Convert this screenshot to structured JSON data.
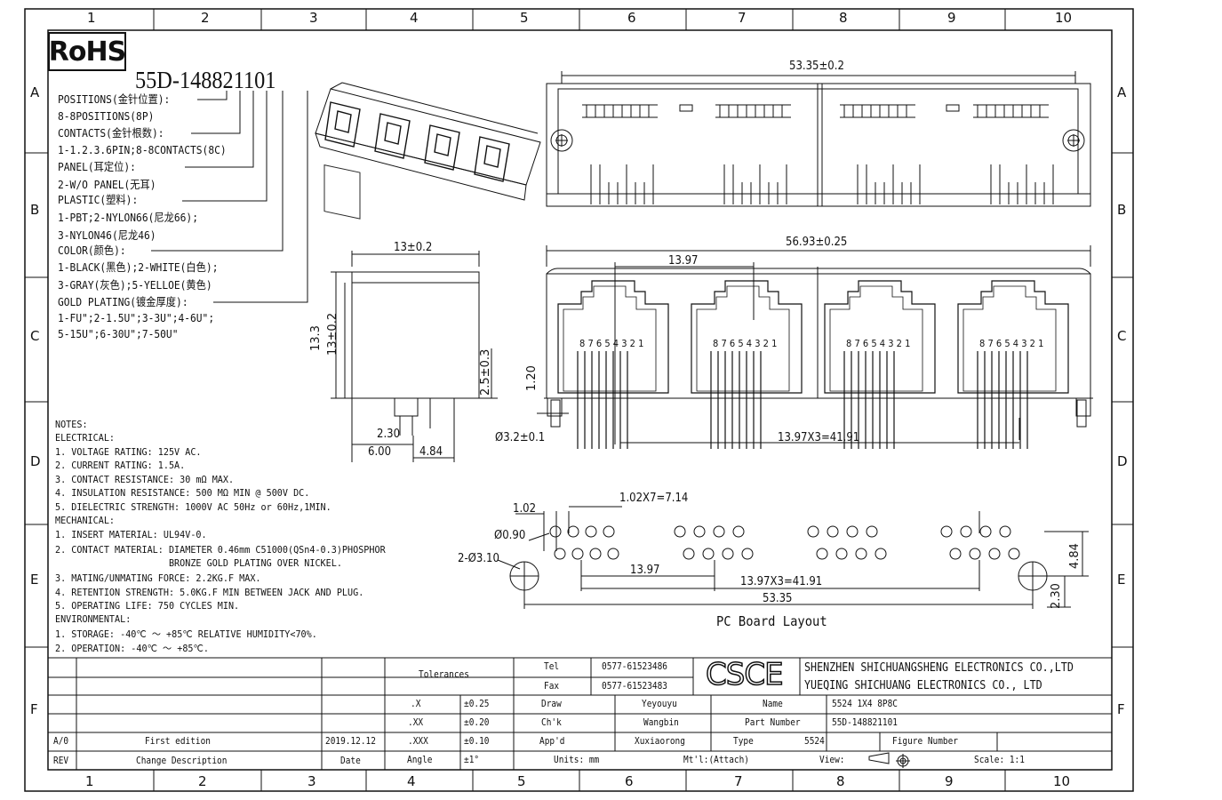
{
  "columns": [
    "1",
    "2",
    "3",
    "4",
    "5",
    "6",
    "7",
    "8",
    "9",
    "10"
  ],
  "rows": [
    "A",
    "B",
    "C",
    "D",
    "E",
    "F"
  ],
  "rohs": "RoHS",
  "part_code": "55D-148821101",
  "legend": [
    "POSITIONS(金针位置):",
    "8-8POSITIONS(8P)",
    "CONTACTS(金针根数):",
    "1-1.2.3.6PIN;8-8CONTACTS(8C)",
    "PANEL(耳定位):",
    "2-W/O PANEL(无耳)",
    "PLASTIC(塑料):",
    "1-PBT;2-NYLON66(尼龙66);",
    "3-NYLON46(尼龙46)",
    "COLOR(颜色):",
    "1-BLACK(黑色);2-WHITE(白色);",
    "3-GRAY(灰色);5-YELLOE(黄色)",
    "GOLD PLATING(镀金厚度):",
    "1-FU\";2-1.5U\";3-3U\";4-6U\";",
    "5-15U\";6-30U\";7-50U\""
  ],
  "notes": [
    "NOTES:",
    "ELECTRICAL:",
    "1. VOLTAGE RATING: 125V AC.",
    "2. CURRENT RATING: 1.5A.",
    "3. CONTACT RESISTANCE: 30 mΩ MAX.",
    "4. INSULATION RESISTANCE: 500 MΩ MIN @ 500V DC.",
    "5. DIELECTRIC STRENGTH: 1000V AC 50Hz or 60Hz,1MIN.",
    "MECHANICAL:",
    "1. INSERT MATERIAL: UL94V-0.",
    "2. CONTACT MATERIAL: DIAMETER 0.46mm C51000(QSn4-0.3)PHOSPHOR",
    "                     BRONZE GOLD PLATING OVER NICKEL.",
    "3. MATING/UNMATING FORCE: 2.2KG.F MAX.",
    "4. RETENTION STRENGTH: 5.0KG.F MIN BETWEEN JACK AND PLUG.",
    "5. OPERATING LIFE: 750 CYCLES MIN.",
    "ENVIRONMENTAL:",
    "1. STORAGE: -40℃ ～ +85℃ RELATIVE HUMIDITY<70%.",
    "2. OPERATION: -40℃ ～ +85℃."
  ],
  "dims": {
    "top_width": "53.35±0.2",
    "front_width": "56.93±0.25",
    "pitch": "13.97",
    "span": "13.97X3=41.91",
    "hole_d": "Ø3.2±0.1",
    "h120": "1.20",
    "side_w": "13±0.2",
    "side_h1": "13.3",
    "side_h2": "13±0.2",
    "side_25": "2.5±0.3",
    "side_230": "2.30",
    "side_600": "6.00",
    "side_484": "4.84",
    "pcb_102": "1.02",
    "pcb_102x7": "1.02X7=7.14",
    "pcb_090": "Ø0.90",
    "pcb_310": "2-Ø3.10",
    "pcb_1397": "13.97",
    "pcb_span": "13.97X3=41.91",
    "pcb_5335": "53.35",
    "pcb_484": "4.84",
    "pcb_230": "2.30",
    "pins": "8 7 6 5 4 3 2 1"
  },
  "pcb_title": "PC Board Layout",
  "title_block": {
    "tolerances": "Tolerances",
    "tol_rows": [
      {
        "k": ".X",
        "v": "±0.25"
      },
      {
        "k": ".XX",
        "v": "±0.20"
      },
      {
        "k": ".XXX",
        "v": "±0.10"
      },
      {
        "k": "Angle",
        "v": "±1°"
      }
    ],
    "tel_label": "Tel",
    "tel": "0577-61523486",
    "fax_label": "Fax",
    "fax": "0577-61523483",
    "draw_label": "Draw",
    "draw": "Yeyouyu",
    "chk_label": "Ch'k",
    "chk": "Wangbin",
    "appd_label": "App'd",
    "appd": "Xuxiaorong",
    "units": "Units: mm",
    "name_label": "Name",
    "name": "5524 1X4 8P8C",
    "pn_label": "Part Number",
    "pn": "55D-148821101",
    "type_label": "Type",
    "type": "5524",
    "figure_label": "Figure Number",
    "material": "Mt'l:(Attach)",
    "view_label": "View:",
    "scale": "Scale: 1:1",
    "logo": "CSCE",
    "company1": "SHENZHEN SHICHUANGSHENG ELECTRONICS CO.,LTD",
    "company2": "YUEQING SHICHUANG ELECTRONICS CO., LTD",
    "rev_no": "A/0",
    "rev_desc": "First edition",
    "rev_date": "2019.12.12",
    "rev_hdr": "REV",
    "desc_hdr": "Change Description",
    "date_hdr": "Date"
  }
}
